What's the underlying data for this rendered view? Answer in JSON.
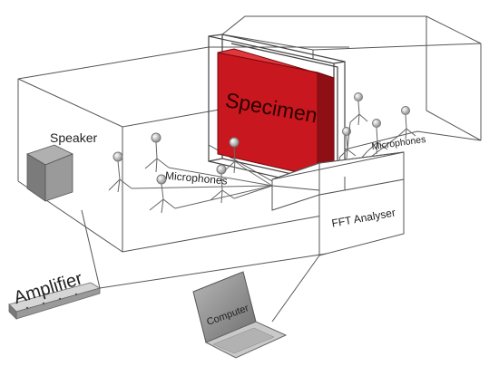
{
  "labels": {
    "specimen": "Specimen",
    "speaker": "Speaker",
    "microphones_left": "Microphones",
    "microphones_right": "Microphones",
    "fft_analyser": "FFT Analyser",
    "amplifier": "Amplifier",
    "computer": "Computer"
  },
  "colors": {
    "specimen": "#c8171e",
    "speaker": "#8a8a8a",
    "outline": "#4a4a4a",
    "microphone": "#9a9a9a"
  }
}
